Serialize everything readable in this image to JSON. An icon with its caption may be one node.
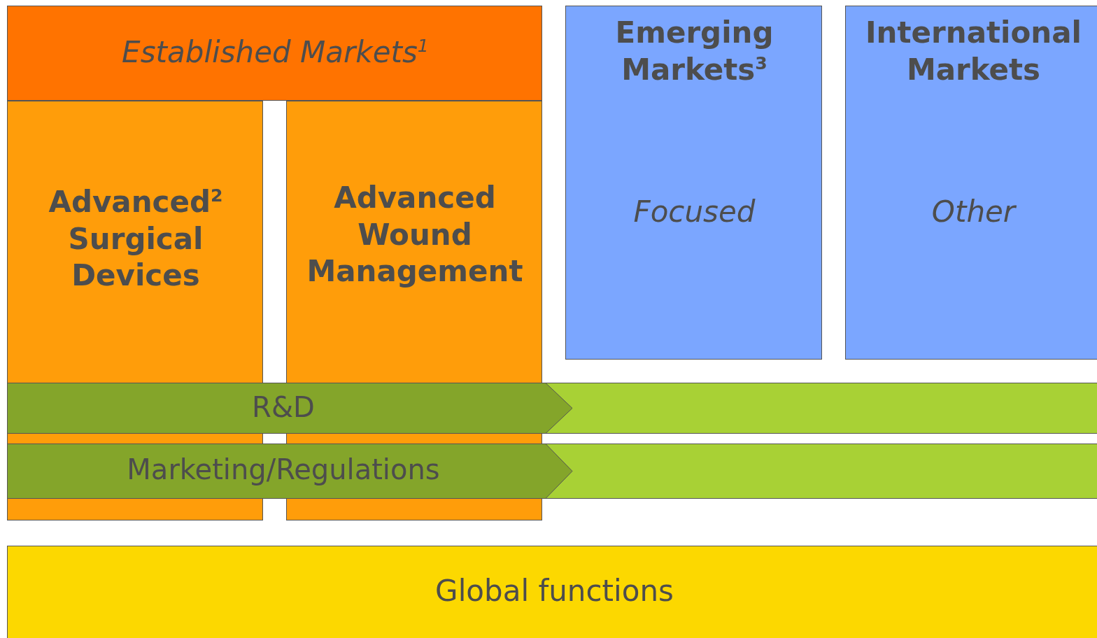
{
  "diagram": {
    "nodes": [
      {
        "text": [
          "Established Markets$^{1}$"
        ]
      },
      {
        "text": [
          "Advanced$^{2}$ Surgical Devices"
        ]
      },
      {
        "text": [
          "Advanced Wound Management"
        ]
      },
      {
        "text": [
          "Emerging Markets$^{3}$",
          "Focused"
        ]
      },
      {
        "text": [
          "International Markets",
          "Other"
        ]
      },
      {
        "text": [
          "R&D"
        ]
      },
      {
        "text": [
          "Marketing/Regulations"
        ]
      },
      {
        "text": [
          "Global functions"
        ]
      }
    ]
  }
}
